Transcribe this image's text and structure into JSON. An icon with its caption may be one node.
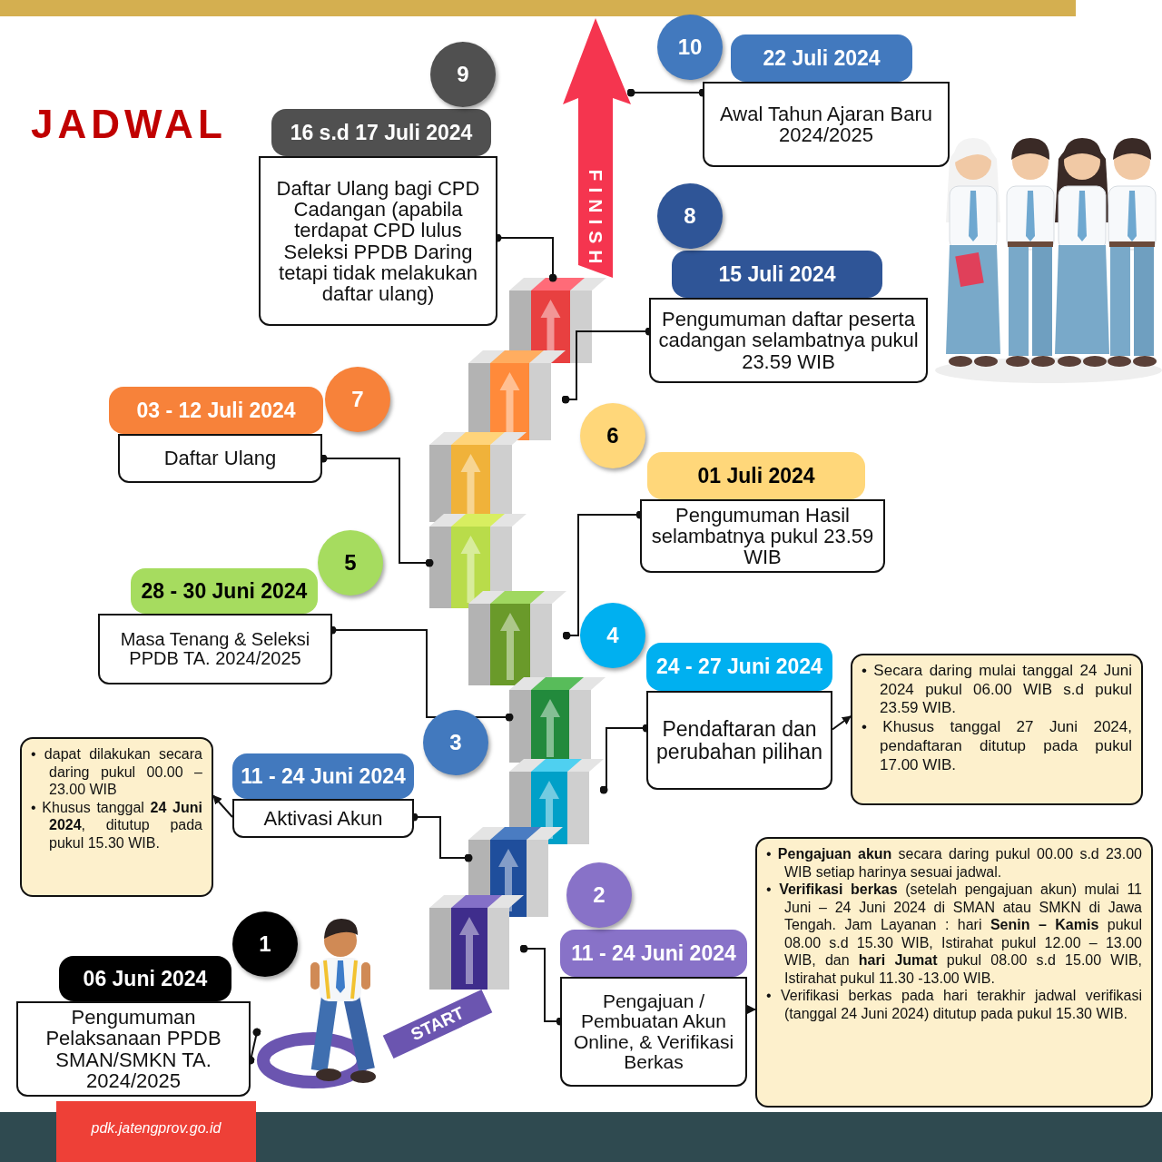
{
  "diagram": {
    "title": "JADWAL",
    "nodes": [
      {
        "text": [
          "06 Juni 2024",
          "Pengumuman Pelaksanaan PPDB SMAN/SMKN TA. 2024/2025"
        ]
      },
      {
        "text": [
          "11 - 24 Juni 2024",
          "Pengajuan / Pembuatan Akun Online, & Verifikasi Berkas"
        ]
      },
      {
        "text": [
          "11 - 24 Juni 2024",
          "Aktivasi Akun"
        ]
      },
      {
        "text": [
          "24 - 27 Juni 2024",
          "Pendaftaran dan perubahan pilihan"
        ]
      },
      {
        "text": [
          "28 - 30 Juni 2024",
          "Masa Tenang & Seleksi PPDB TA. 2024/2025"
        ]
      },
      {
        "text": [
          "01 Juli 2024",
          "Pengumuman Hasil selambatnya pukul 23.59 WIB"
        ]
      },
      {
        "text": [
          "03 - 12 Juli 2024",
          "Daftar Ulang"
        ]
      },
      {
        "text": [
          "15 Juli 2024",
          "Pengumuman daftar peserta cadangan selambatnya pukul 23.59 WIB"
        ]
      },
      {
        "text": [
          "16 s.d 17 Juli 2024",
          "Daftar Ulang bagi CPD Cadangan (apabila terdapat CPD lulus Seleksi PPDB Daring tetapi tidak melakukan daftar ulang)"
        ]
      },
      {
        "text": [
          "22 Juli 2024",
          "Awal Tahun Ajaran Baru 2024/2025"
        ]
      },
      {
        "text": [
          "1"
        ]
      },
      {
        "text": [
          "2"
        ]
      },
      {
        "text": [
          "3"
        ]
      },
      {
        "text": [
          "4"
        ]
      },
      {
        "text": [
          "5"
        ]
      },
      {
        "text": [
          "6"
        ]
      },
      {
        "text": [
          "7"
        ]
      },
      {
        "text": [
          "8"
        ]
      },
      {
        "text": [
          "9"
        ]
      },
      {
        "text": [
          "10"
        ]
      },
      {
        "text": [
          "• dapat dilakukan secara daring pukul 00.00 – 23.00 WIB",
          "• Khusus tanggal **24 Juni 2024**, ditutup pada pukul 15.30 WIB."
        ]
      },
      {
        "text": [
          "• Secara daring mulai tanggal 24 Juni 2024 pukul 06.00 WIB s.d pukul 23.59 WIB.",
          "• Khusus tanggal 27 Juni 2024, pendaftaran ditutup pada pukul 17.00 WIB."
        ]
      },
      {
        "text": [
          "• **Pengajuan akun** secara daring pukul 00.00 s.d 23.00 WIB setiap harinya sesuai jadwal.",
          "• **Verifikasi berkas** (setelah pengajuan akun) mulai 11 Juni – 24 Juni 2024 di SMAN atau SMKN di Jawa Tengah. Jam Layanan : hari **Senin – Kamis** pukul 08.00 s.d 15.30 WIB, Istirahat pukul 12.00 – 13.00 WIB, dan **hari Jumat** pukul 08.00 s.d 15.00 WIB, Istirahat pukul 11.30 -13.00 WIB.",
          "• Verifikasi berkas pada hari terakhir jadwal verifikasi (tanggal 24 Juni 2024) ditutup pada pukul 15.30 WIB."
        ]
      },
      {
        "text": [],
        "shape": "circle"
      },
      {
        "text": [
          "START"
        ]
      },
      {
        "text": [],
        "shape": "box"
      },
      {
        "text": [],
        "shape": "box"
      },
      {
        "text": [],
        "shape": "box"
      },
      {
        "text": [],
        "shape": "box"
      },
      {
        "text": [],
        "shape": "box"
      },
      {
        "text": [],
        "shape": "box"
      },
      {
        "text": [],
        "shape": "box"
      },
      {
        "text": [],
        "shape": "box"
      },
      {
        "text": [
          "FINISH"
        ]
      },
      {
        "text": [],
        "shape": "box"
      }
    ],
    "edges": [
      {
        "from": 0,
        "to": 23,
        "arrow": "other"
      },
      {
        "from": 1,
        "to": 25,
        "arrow": "other"
      },
      {
        "from": 2,
        "to": 26,
        "arrow": "other"
      },
      {
        "from": 3,
        "to": 27,
        "arrow": "other"
      },
      {
        "from": 4,
        "to": 28,
        "arrow": "other"
      },
      {
        "from": 5,
        "to": 29,
        "arrow": "other"
      },
      {
        "from": 6,
        "to": 30,
        "arrow": "other"
      },
      {
        "from": 7,
        "to": 31,
        "arrow": "other"
      },
      {
        "from": 8,
        "to": 32,
        "arrow": "other"
      },
      {
        "from": 9,
        "to": 33,
        "arrow": "other"
      },
      {
        "from": 2,
        "to": 20,
        "arrow": "to"
      },
      {
        "from": 3,
        "to": 21,
        "arrow": "to"
      },
      {
        "from": 1,
        "to": 22,
        "arrow": "to"
      }
    ],
    "labels": [
      "pdk.jatengprov.go.id"
    ]
  }
}
